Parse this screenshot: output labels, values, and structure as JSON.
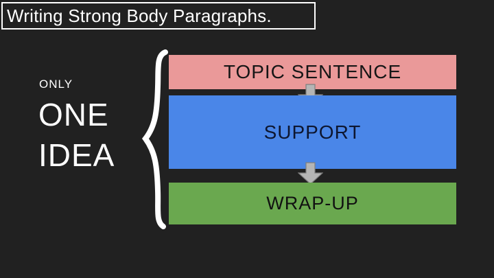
{
  "slide": {
    "background_color": "#212121",
    "title": "Writing Strong Body Paragraphs.",
    "title_color": "#ffffff",
    "sidebar": {
      "small_label": "ONLY",
      "big_label": "ONE\nIDEA"
    },
    "brace_color": "#ffffff",
    "flow": {
      "boxes": [
        {
          "label": "TOPIC SENTENCE",
          "fill": "#ea9999",
          "text_color": "#161616"
        },
        {
          "label": "SUPPORT",
          "fill": "#4a86e8",
          "text_color": "#0d1630"
        },
        {
          "label": "WRAP-UP",
          "fill": "#6aa84f",
          "text_color": "#111111"
        }
      ],
      "arrow_fill": "#b5b5b5",
      "arrow_stroke": "#7f7f7f"
    }
  }
}
